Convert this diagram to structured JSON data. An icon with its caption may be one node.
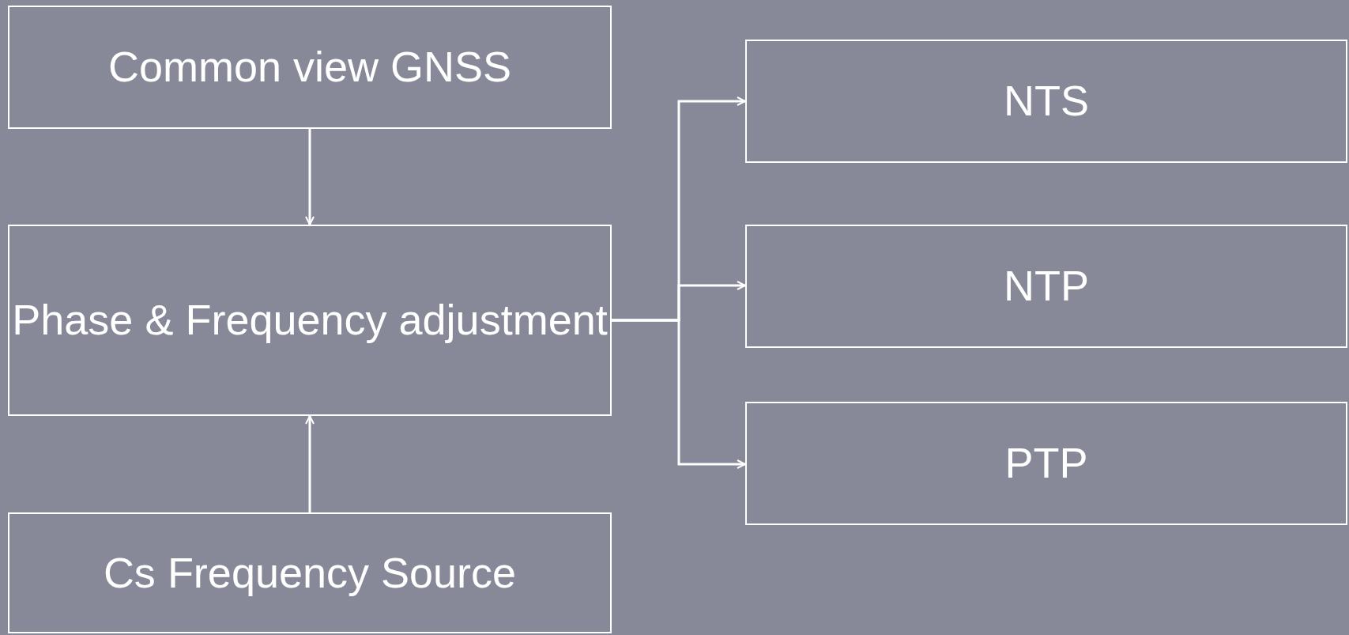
{
  "diagram": {
    "nodes": [
      {
        "text": [
          "Common view GNSS"
        ]
      },
      {
        "text": [
          "Phase & Frequency adjustment"
        ]
      },
      {
        "text": [
          "Cs Frequency Source"
        ]
      },
      {
        "text": [
          "NTS"
        ]
      },
      {
        "text": [
          "NTP"
        ]
      },
      {
        "text": [
          "PTP"
        ]
      }
    ],
    "edges": [
      {
        "from": 0,
        "to": 1,
        "arrow": "to"
      },
      {
        "from": 2,
        "to": 1,
        "arrow": "to"
      },
      {
        "from": 1,
        "to": 3,
        "arrow": "to"
      },
      {
        "from": 1,
        "to": 4,
        "arrow": "to"
      },
      {
        "from": 1,
        "to": 5,
        "arrow": "to"
      }
    ]
  }
}
